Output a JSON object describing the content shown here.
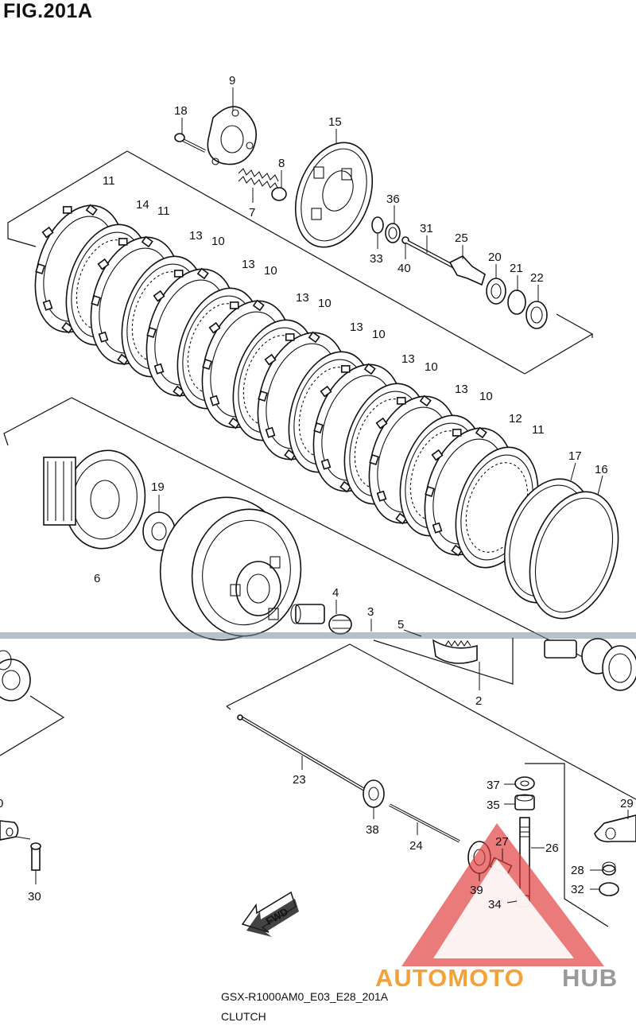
{
  "figure": {
    "title": "FIG.201A"
  },
  "footer": {
    "model_code": "GSX-R1000AM0_E03_E28_201A",
    "group_name": "CLUTCH"
  },
  "fwd_label": "FWD",
  "watermark": {
    "part1": "AUTOMOTO",
    "part2": "HUB",
    "colors": {
      "part1": "#f3a23a",
      "part2": "#9a9a9a",
      "triangle": "#e23b3b"
    }
  },
  "callouts": [
    {
      "id": "c9",
      "label": "9"
    },
    {
      "id": "c18",
      "label": "18"
    },
    {
      "id": "c15",
      "label": "15"
    },
    {
      "id": "c8",
      "label": "8"
    },
    {
      "id": "c7",
      "label": "7"
    },
    {
      "id": "c36",
      "label": "36"
    },
    {
      "id": "c33",
      "label": "33"
    },
    {
      "id": "c31",
      "label": "31"
    },
    {
      "id": "c40",
      "label": "40"
    },
    {
      "id": "c25",
      "label": "25"
    },
    {
      "id": "c20",
      "label": "20"
    },
    {
      "id": "c21",
      "label": "21"
    },
    {
      "id": "c22",
      "label": "22"
    },
    {
      "id": "c11a",
      "label": "11"
    },
    {
      "id": "c14",
      "label": "14"
    },
    {
      "id": "c11b",
      "label": "11"
    },
    {
      "id": "c13a",
      "label": "13"
    },
    {
      "id": "c10a",
      "label": "10"
    },
    {
      "id": "c13b",
      "label": "13"
    },
    {
      "id": "c10b",
      "label": "10"
    },
    {
      "id": "c13c",
      "label": "13"
    },
    {
      "id": "c10c",
      "label": "10"
    },
    {
      "id": "c13d",
      "label": "13"
    },
    {
      "id": "c10d",
      "label": "10"
    },
    {
      "id": "c13e",
      "label": "13"
    },
    {
      "id": "c10e",
      "label": "10"
    },
    {
      "id": "c13f",
      "label": "13"
    },
    {
      "id": "c10f",
      "label": "10"
    },
    {
      "id": "c12",
      "label": "12"
    },
    {
      "id": "c11c",
      "label": "11"
    },
    {
      "id": "c17",
      "label": "17"
    },
    {
      "id": "c16",
      "label": "16"
    },
    {
      "id": "c19",
      "label": "19"
    },
    {
      "id": "c6",
      "label": "6"
    },
    {
      "id": "c4",
      "label": "4"
    },
    {
      "id": "c3",
      "label": "3"
    },
    {
      "id": "c5",
      "label": "5"
    },
    {
      "id": "c2",
      "label": "2"
    },
    {
      "id": "c23",
      "label": "23"
    },
    {
      "id": "c37",
      "label": "37"
    },
    {
      "id": "c35",
      "label": "35"
    },
    {
      "id": "c29",
      "label": "29"
    },
    {
      "id": "c38",
      "label": "38"
    },
    {
      "id": "c24",
      "label": "24"
    },
    {
      "id": "c27",
      "label": "27"
    },
    {
      "id": "c26",
      "label": "26"
    },
    {
      "id": "c28",
      "label": "28"
    },
    {
      "id": "c39",
      "label": "39"
    },
    {
      "id": "c32",
      "label": "32"
    },
    {
      "id": "c34",
      "label": "34"
    },
    {
      "id": "c30",
      "label": "30"
    },
    {
      "id": "c0",
      "label": "0"
    }
  ]
}
